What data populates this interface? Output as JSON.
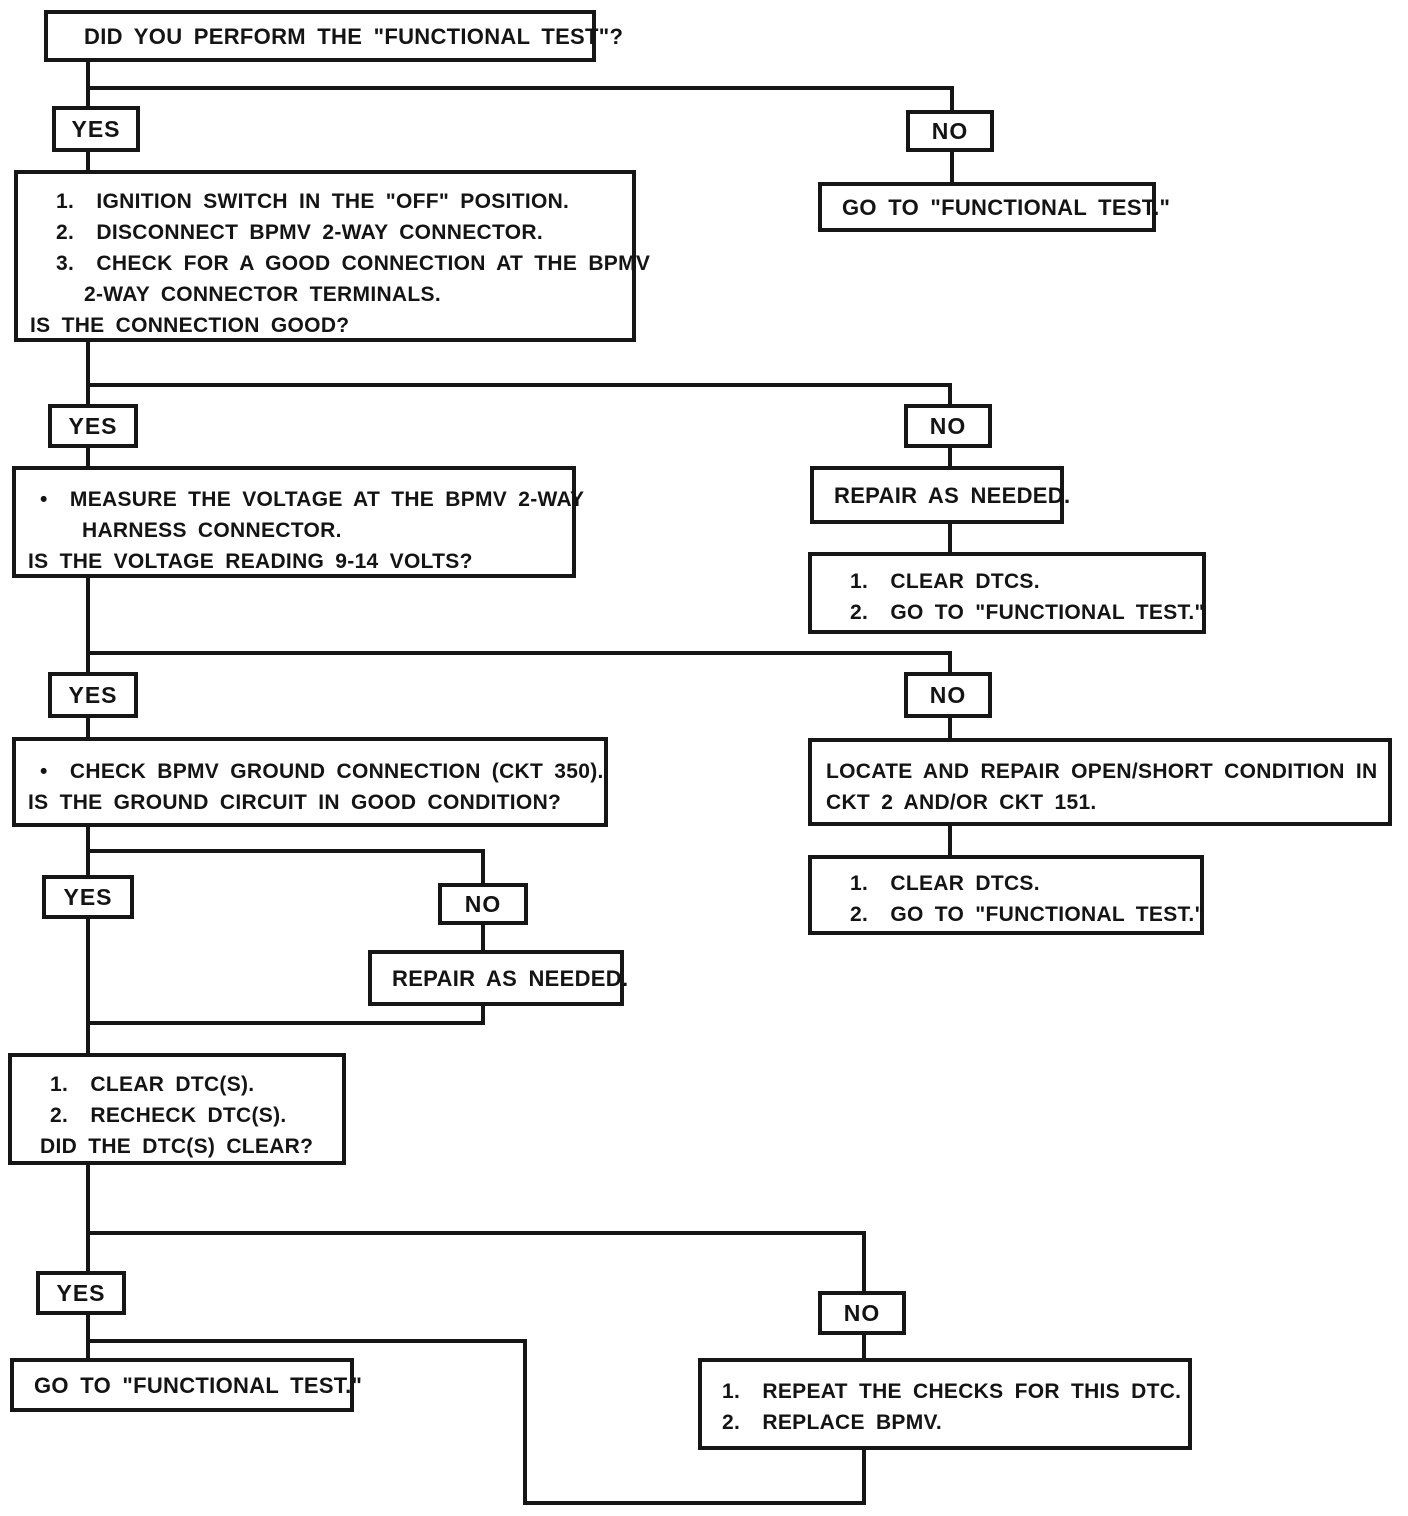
{
  "page": {
    "background": "#ffffff",
    "ink": "#161616"
  },
  "labels": {
    "yes": "YES",
    "no": "NO"
  },
  "nodes": {
    "q1": {
      "line1": "DID YOU PERFORM THE \"FUNCTIONAL TEST\"?"
    },
    "goto1": {
      "line1": "GO TO \"FUNCTIONAL TEST.\""
    },
    "b2": {
      "line1": "1.  IGNITION SWITCH IN THE \"OFF\" POSITION.",
      "line2": "2.  DISCONNECT BPMV 2-WAY CONNECTOR.",
      "line3": "3.  CHECK FOR A GOOD CONNECTION AT THE BPMV",
      "line4": "2-WAY CONNECTOR TERMINALS.",
      "line5": "IS THE CONNECTION GOOD?"
    },
    "b3": {
      "line1": "•  MEASURE THE VOLTAGE AT THE BPMV 2-WAY",
      "line2": "HARNESS CONNECTOR.",
      "line3": "IS THE VOLTAGE READING 9-14 VOLTS?"
    },
    "repair1": {
      "line1": "REPAIR AS NEEDED."
    },
    "clear1": {
      "line1": "1.  CLEAR DTCS.",
      "line2": "2.  GO TO \"FUNCTIONAL TEST.\""
    },
    "b4": {
      "line1": "•  CHECK BPMV GROUND CONNECTION (CKT 350).",
      "line2": "IS THE GROUND CIRCUIT IN GOOD CONDITION?"
    },
    "locate": {
      "line1": "LOCATE AND REPAIR OPEN/SHORT CONDITION IN",
      "line2": "CKT 2 AND/OR CKT 151."
    },
    "clear2": {
      "line1": "1.  CLEAR DTCS.",
      "line2": "2.  GO TO \"FUNCTIONAL TEST.\""
    },
    "repair2": {
      "line1": "REPAIR AS NEEDED."
    },
    "b5": {
      "line1": "1.  CLEAR DTC(S).",
      "line2": "2.  RECHECK DTC(S).",
      "line3": "DID THE DTC(S) CLEAR?"
    },
    "goto2": {
      "line1": "GO TO \"FUNCTIONAL TEST.\""
    },
    "repeat": {
      "line1": "1.  REPEAT THE CHECKS FOR THIS DTC.",
      "line2": "2.  REPLACE BPMV."
    }
  }
}
